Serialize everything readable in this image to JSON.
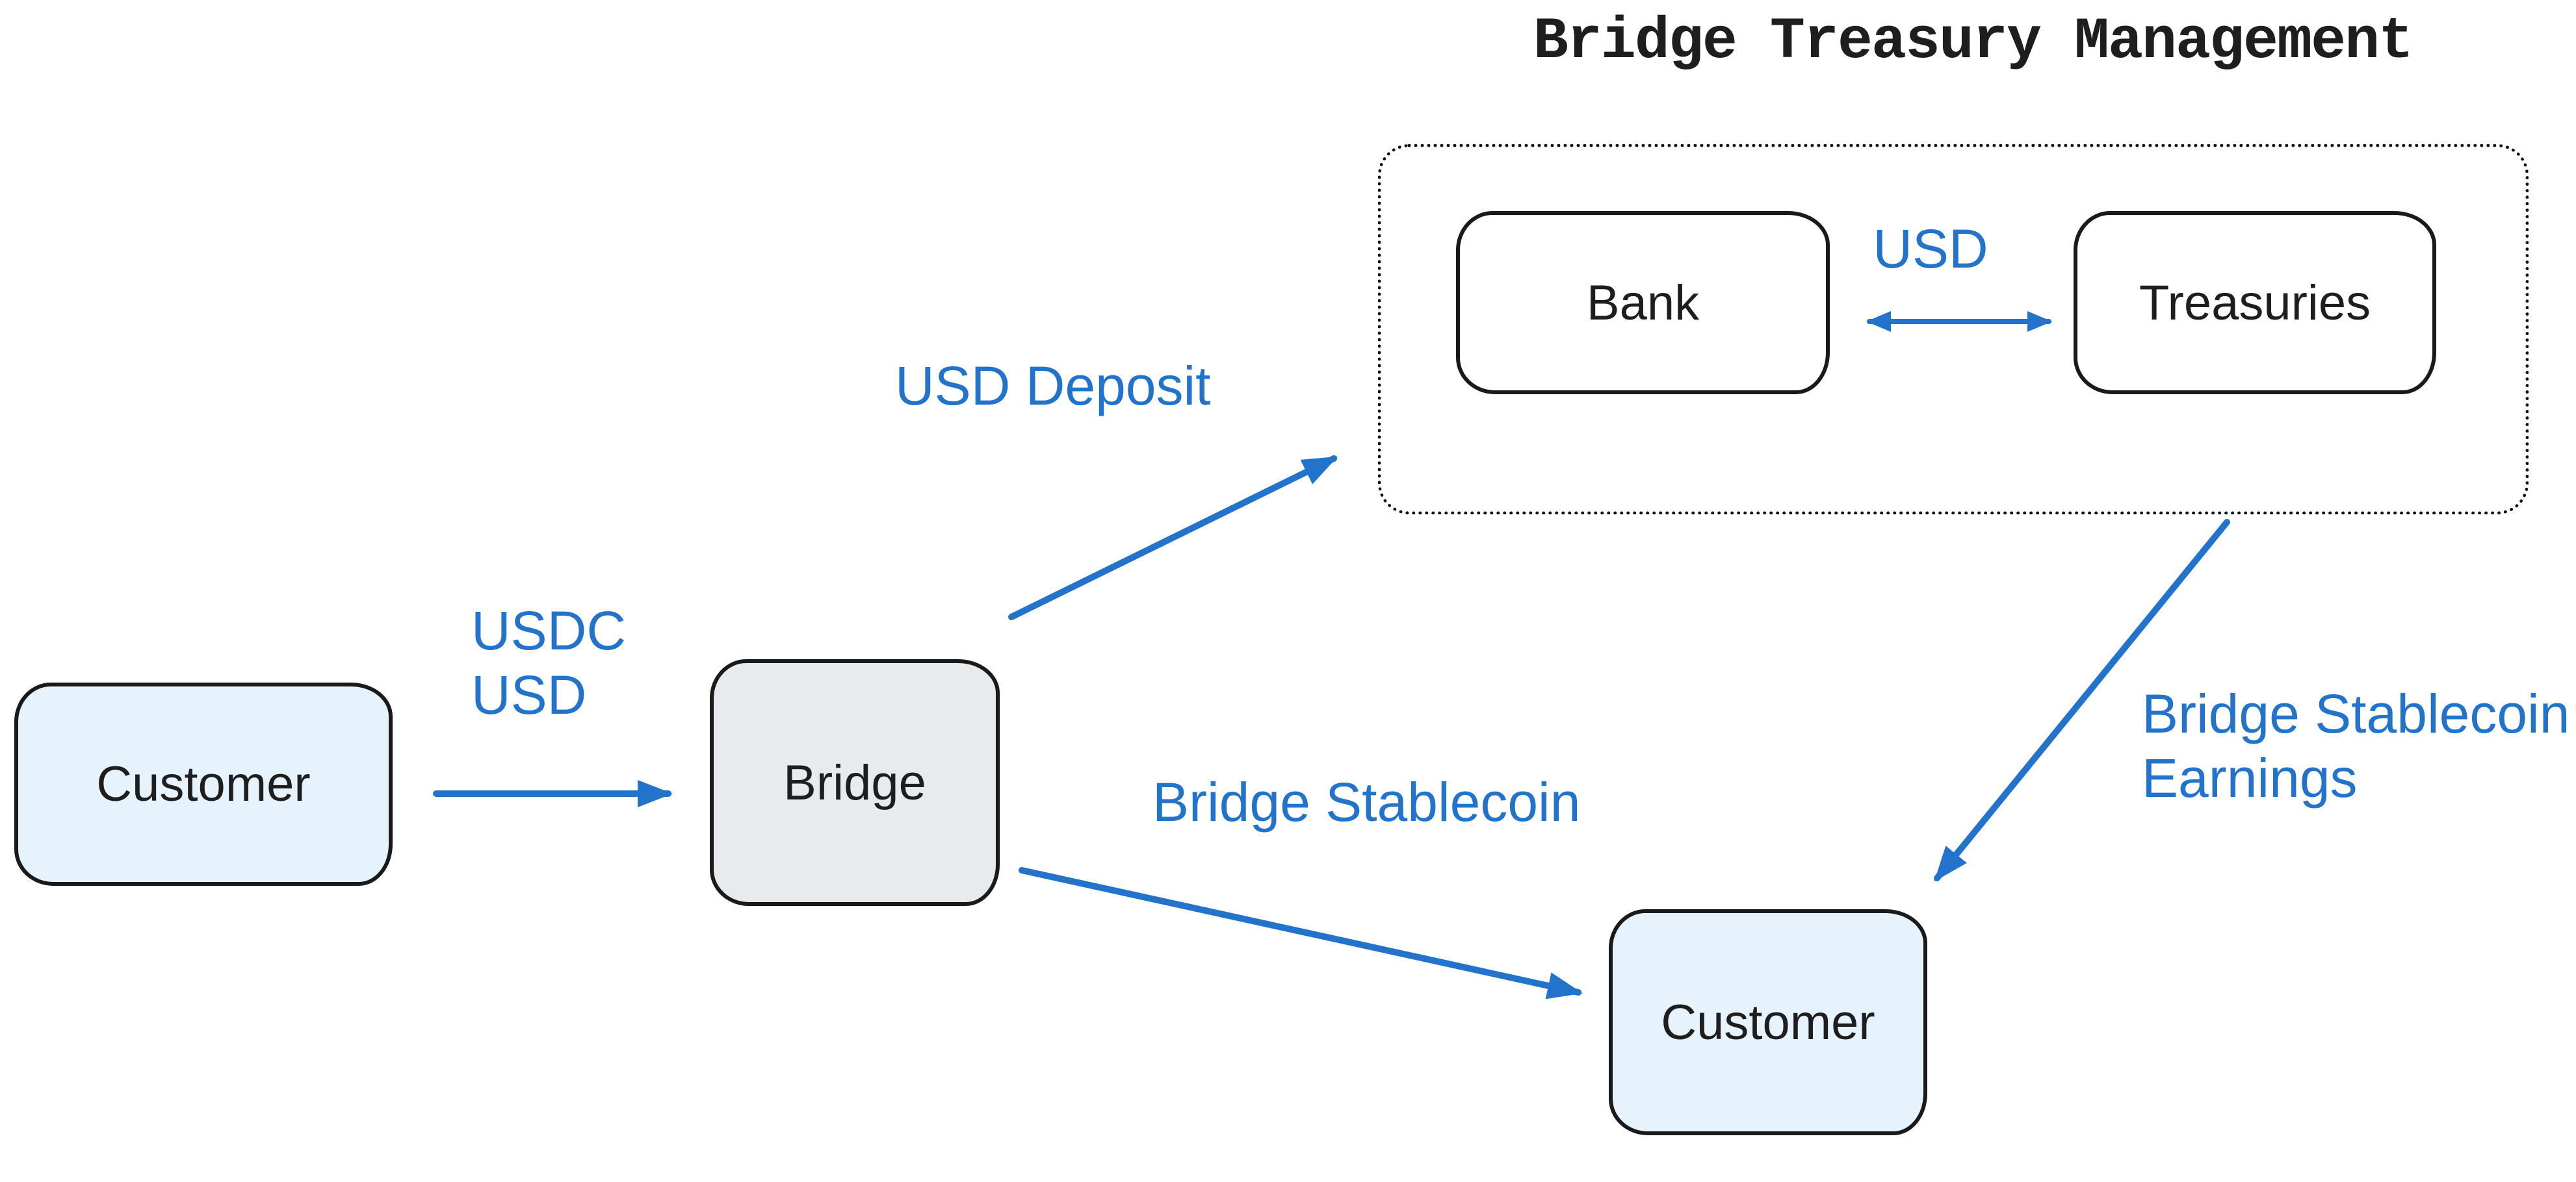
{
  "title": "Bridge Treasury Management",
  "colors": {
    "arrow-blue": "#2273C9",
    "label-blue": "#2273C9",
    "customer-fill": "#E7F3FC",
    "bridge-fill": "#E8EBED",
    "node-border": "#1A1A1A",
    "group-border": "#111111",
    "text-dark": "#1E1E1E",
    "background": "#FFFFFF"
  },
  "nodes": {
    "customer_source": {
      "label": "Customer"
    },
    "bridge": {
      "label": "Bridge"
    },
    "bank": {
      "label": "Bank"
    },
    "treasuries": {
      "label": "Treasuries"
    },
    "customer_recipient": {
      "label": "Customer"
    }
  },
  "edge_labels": {
    "customer_to_bridge": {
      "lines": [
        "USDC",
        "USD"
      ]
    },
    "bridge_to_treasury_group": {
      "lines": [
        "USD Deposit"
      ]
    },
    "bank_treasuries": {
      "lines": [
        "USD"
      ]
    },
    "bridge_to_customer": {
      "lines": [
        "Bridge Stablecoin"
      ]
    },
    "treasury_group_to_customer": {
      "lines": [
        "Bridge Stablecoin",
        "Earnings"
      ]
    }
  }
}
